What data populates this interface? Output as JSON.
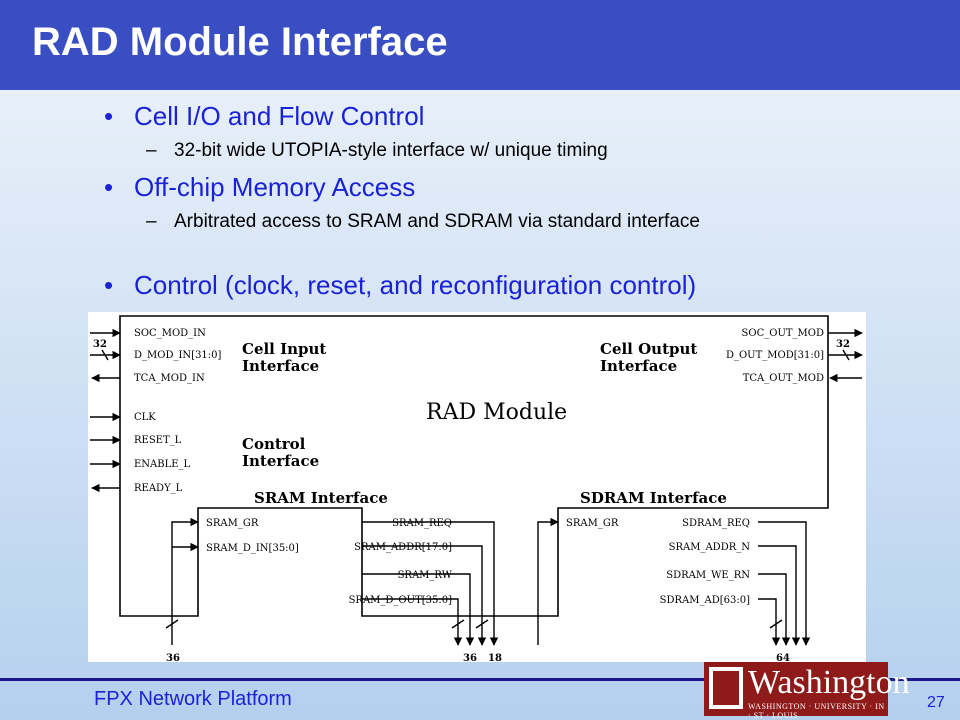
{
  "slide": {
    "title": "RAD Module Interface",
    "bullets": [
      {
        "text": "Cell I/O and Flow Control",
        "sub": [
          "32-bit wide UTOPIA-style interface w/ unique timing"
        ]
      },
      {
        "text": "Off-chip Memory Access",
        "sub": [
          "Arbitrated access to SRAM and SDRAM via standard interface"
        ]
      },
      {
        "text": "Control (clock, reset, and reconfiguration control)",
        "sub": []
      }
    ],
    "bullet_marker": "•",
    "sub_marker": "–"
  },
  "diagram": {
    "title": "RAD Module",
    "groups": {
      "cell_input": [
        "Cell Input",
        "Interface"
      ],
      "cell_output": [
        "Cell Output",
        "Interface"
      ],
      "control": [
        "Control",
        "Interface"
      ],
      "sram": "SRAM Interface",
      "sdram": "SDRAM Interface"
    },
    "signals": {
      "soc_mod_in": "SOC_MOD_IN",
      "d_mod_in": "D_MOD_IN[31:0]",
      "tca_mod_in": "TCA_MOD_IN",
      "clk": "CLK",
      "reset_l": "RESET_L",
      "enable_l": "ENABLE_L",
      "ready_l": "READY_L",
      "soc_out_mod": "SOC_OUT_MOD",
      "d_out_mod": "D_OUT_MOD[31:0]",
      "tca_out_mod": "TCA_OUT_MOD",
      "sram_gr": "SRAM_GR",
      "sram_d_in": "SRAM_D_IN[35:0]",
      "sram_req": "SRAM_REQ",
      "sram_addr": "SRAM_ADDR[17:0]",
      "sram_rw": "SRAM_RW",
      "sram_d_out": "SRAM_D_OUT[35:0]",
      "sdram_gr": "SRAM_GR",
      "sdram_req": "SDRAM_REQ",
      "sdram_addr": "SRAM_ADDR_N",
      "sdram_we": "SDRAM_WE_RN",
      "sdram_ad": "SDRAM_AD[63:0]"
    },
    "bus_widths": {
      "in_32": "32",
      "out_32": "32",
      "sram_in_36": "36",
      "sram_out_36": "36",
      "sram_addr_18": "18",
      "sdram_64": "64"
    }
  },
  "footer": {
    "text": "FPX Network Platform",
    "page": "27",
    "logo_word": "Washington",
    "logo_sub": "WASHINGTON · UNIVERSITY · IN · ST · LOUIS"
  }
}
